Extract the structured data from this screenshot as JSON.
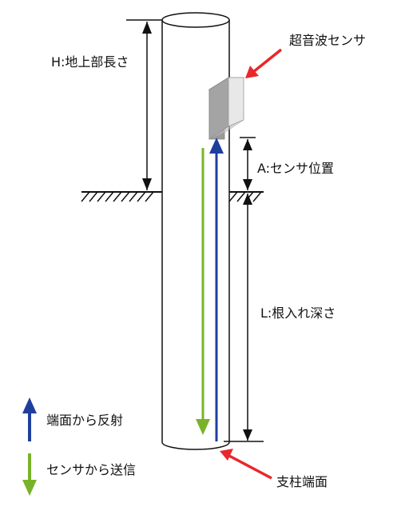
{
  "labels": {
    "height_above_ground": "H:地上部長さ",
    "ultrasonic_sensor": "超音波センサ",
    "sensor_position": "A:センサ位置",
    "embedment_depth": "L:根入れ深さ",
    "pole_end_face": "支柱端面"
  },
  "legend": {
    "reflected": "端面から反射",
    "transmitted": "センサから送信"
  },
  "colors": {
    "reflected_arrow": "#1f3f9e",
    "transmitted_arrow": "#79b22a",
    "pointer_arrow": "#e8282b",
    "lines": "#111111",
    "sensor_front": "#e8e8e8",
    "sensor_side": "#9a9a9a",
    "sensor_top": "#cfcfcf"
  }
}
